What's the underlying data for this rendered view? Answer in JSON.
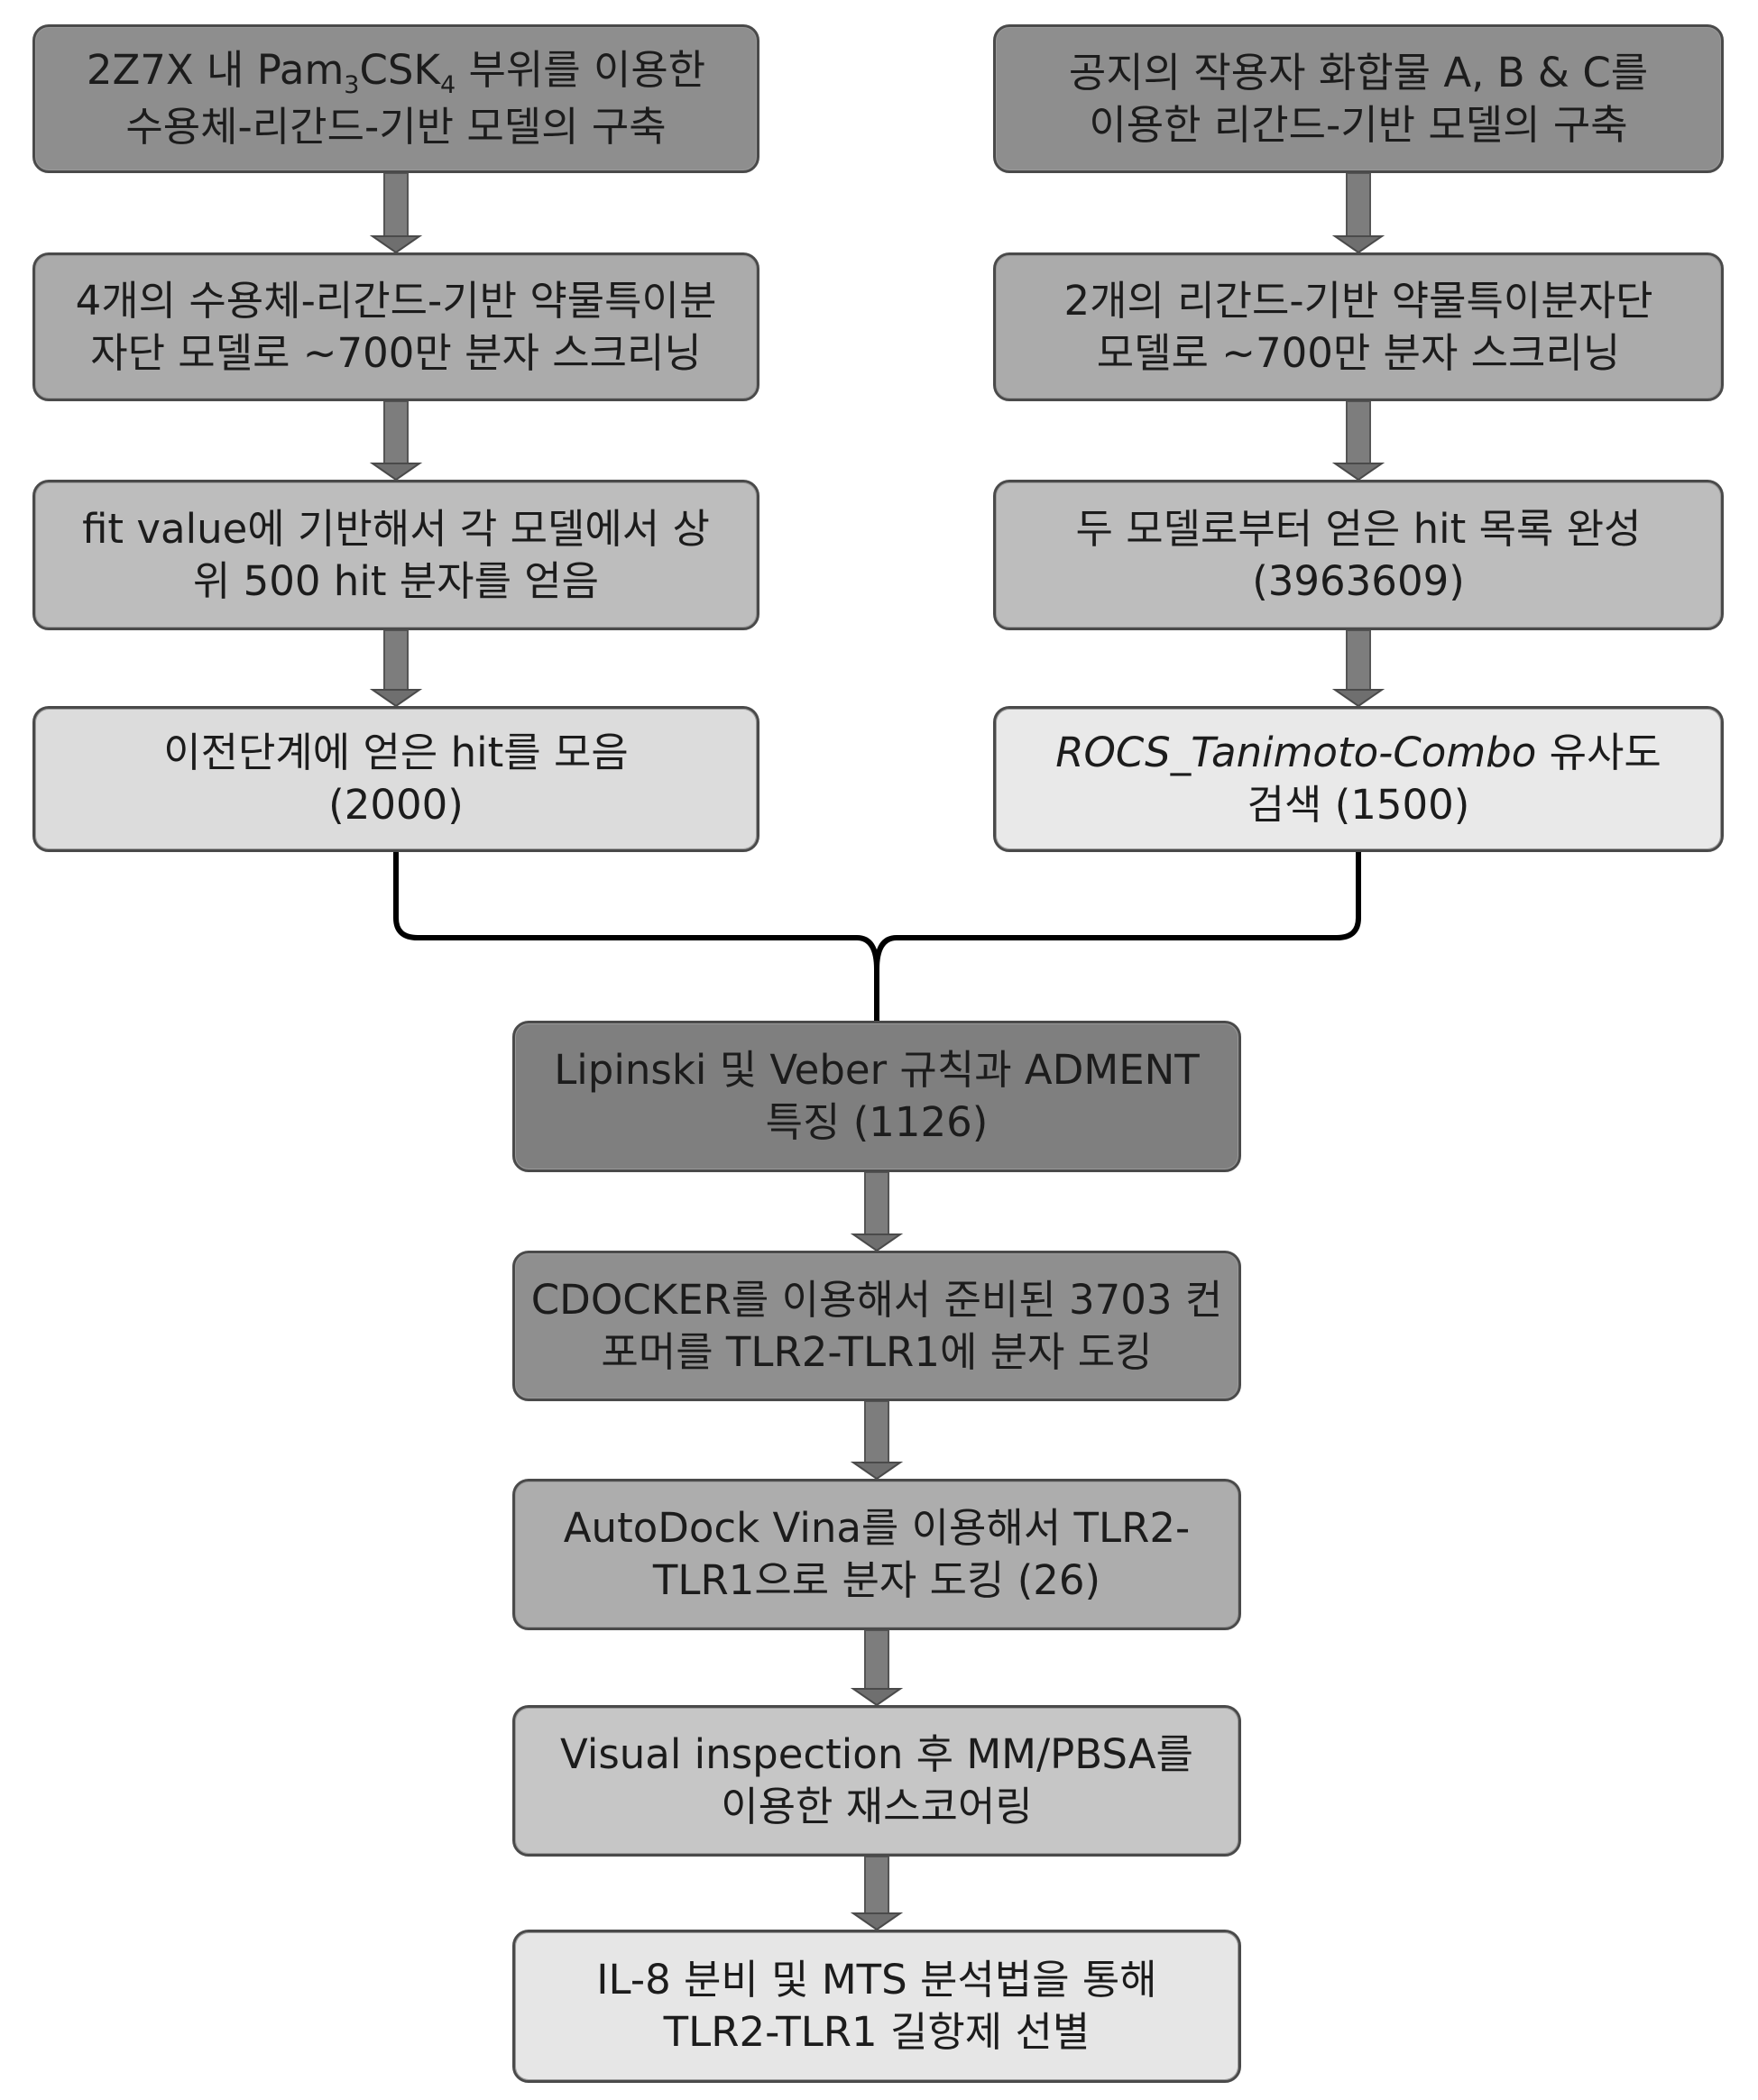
{
  "left_column": [
    {
      "lines": [
        [
          "2Z7X 내 Pam",
          {
            "sub": "3"
          },
          "CSK",
          {
            "sub": "4"
          },
          " 부위를 이용한"
        ],
        [
          "수용체-리간드-기반 모델의 구축"
        ]
      ]
    },
    {
      "lines": [
        [
          "4개의 수용체-리간드-기반 약물특이분"
        ],
        [
          "자단 모델로 ~700만 분자 스크리닝"
        ]
      ]
    },
    {
      "lines": [
        [
          "fit value에 기반해서 각 모델에서 상"
        ],
        [
          "위 500 hit 분자를 얻음"
        ]
      ]
    },
    {
      "lines": [
        [
          "이전단계에 얻은 hit를 모음"
        ],
        [
          "(2000)"
        ]
      ]
    }
  ],
  "right_column": [
    {
      "lines": [
        [
          "공지의 작용자 화합물 A, B & C를"
        ],
        [
          "이용한 리간드-기반 모델의 구축"
        ]
      ]
    },
    {
      "lines": [
        [
          "2개의 리간드-기반 약물특이분자단"
        ],
        [
          "모델로 ~700만 분자 스크리닝"
        ]
      ]
    },
    {
      "lines": [
        [
          "두 모델로부터 얻은 hit 목록 완성"
        ],
        [
          "(3963609)"
        ]
      ]
    },
    {
      "lines": [
        [
          {
            "italic": "ROCS_Tanimoto-Combo"
          },
          " 유사도"
        ],
        [
          "검색 (1500)"
        ]
      ]
    }
  ],
  "main_column": [
    {
      "lines": [
        [
          "Lipinski 및 Veber 규칙과 ADMENT"
        ],
        [
          "특징 (1126)"
        ]
      ]
    },
    {
      "lines": [
        [
          "CDOCKER를 이용해서 준비된 3703 컨"
        ],
        [
          "포머를 TLR2-TLR1에 분자 도킹"
        ]
      ]
    },
    {
      "lines": [
        [
          "AutoDock Vina를 이용해서 TLR2-"
        ],
        [
          "TLR1으로 분자 도킹 (26)"
        ]
      ]
    },
    {
      "lines": [
        [
          "Visual inspection 후 MM/PBSA를"
        ],
        [
          "이용한 재스코어링"
        ]
      ]
    },
    {
      "lines": [
        [
          "IL-8 분비 및 MTS 분석법을 통해"
        ],
        [
          "TLR2-TLR1 길항제 선별"
        ]
      ]
    }
  ]
}
